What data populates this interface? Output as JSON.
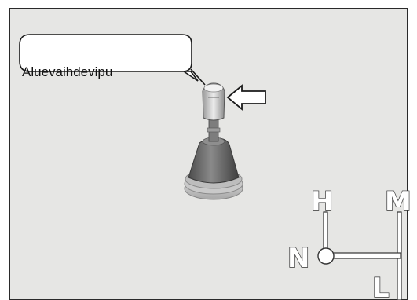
{
  "callout": {
    "label": "Aluevaihdevipu"
  },
  "shift_pattern": {
    "positions": [
      "H",
      "N",
      "M",
      "L"
    ]
  },
  "colors": {
    "panel_background": "#e6e6e4",
    "frame": "#2a2a2a",
    "callout_fill": "#ffffff",
    "boot": "#6b6b6b",
    "knob": "#cfcfcf"
  },
  "icons": [
    "arrow-left-icon",
    "gear-lever-illustration",
    "shift-pattern-diagram"
  ]
}
